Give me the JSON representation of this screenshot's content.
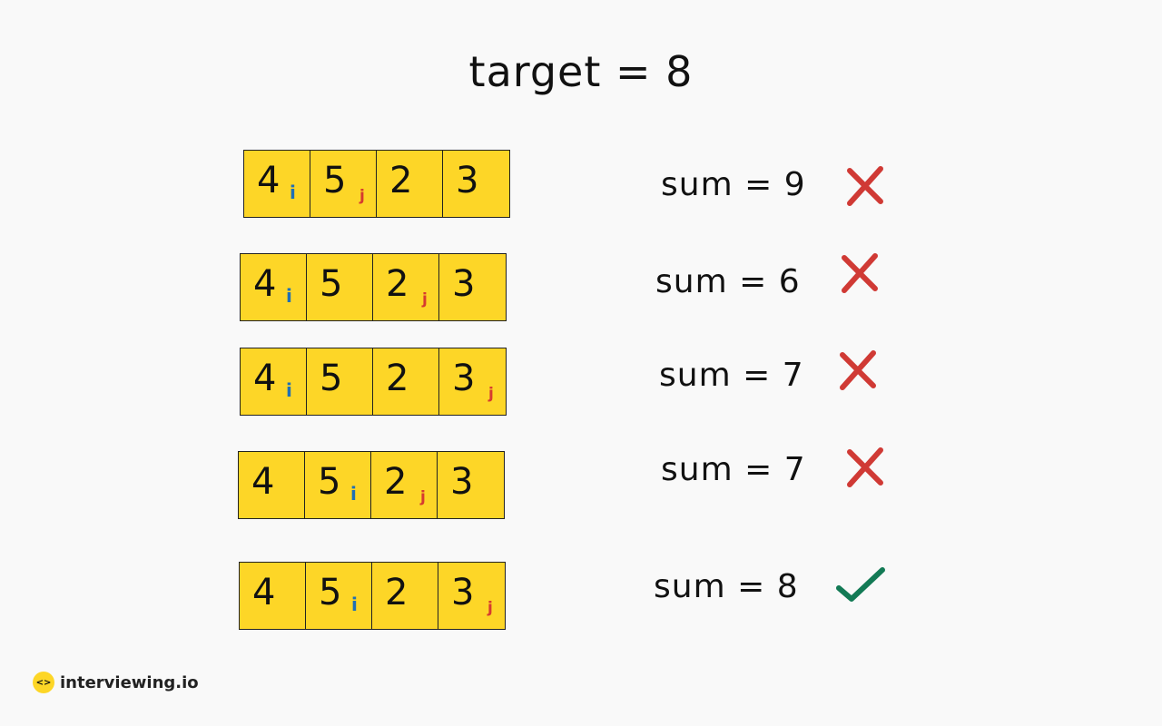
{
  "title": "target = 8",
  "colors": {
    "cell_fill": "#fdd627",
    "pointer_i": "#1f6fb5",
    "pointer_j": "#d63b2f",
    "cross": "#d03a35",
    "check": "#137a55"
  },
  "steps": [
    {
      "values": [
        "4",
        "5",
        "2",
        "3"
      ],
      "i": 0,
      "j": 1,
      "sum_text": "sum = 9",
      "result": "cross"
    },
    {
      "values": [
        "4",
        "5",
        "2",
        "3"
      ],
      "i": 0,
      "j": 2,
      "sum_text": "sum = 6",
      "result": "cross"
    },
    {
      "values": [
        "4",
        "5",
        "2",
        "3"
      ],
      "i": 0,
      "j": 3,
      "sum_text": "sum = 7",
      "result": "cross"
    },
    {
      "values": [
        "4",
        "5",
        "2",
        "3"
      ],
      "i": 1,
      "j": 2,
      "sum_text": "sum = 7",
      "result": "cross"
    },
    {
      "values": [
        "4",
        "5",
        "2",
        "3"
      ],
      "i": 1,
      "j": 3,
      "sum_text": "sum = 8",
      "result": "check"
    }
  ],
  "pointer_labels": {
    "i": "i",
    "j": "j"
  },
  "logo": {
    "badge": "<>",
    "text": "interviewing.io"
  }
}
